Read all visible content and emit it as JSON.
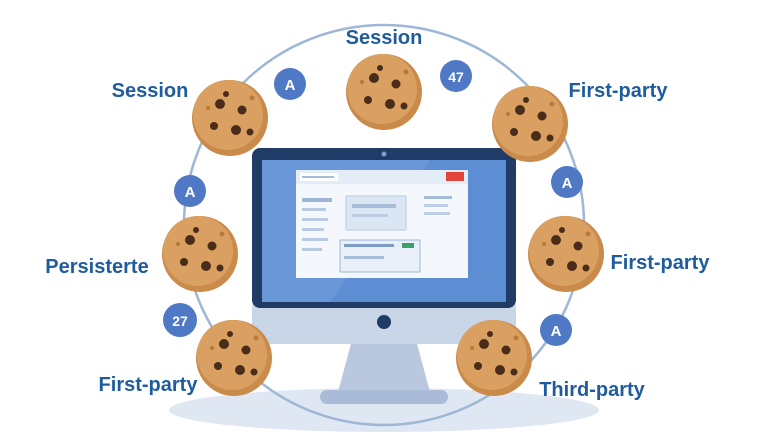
{
  "labels": {
    "top": "Session",
    "upper_left": "Session",
    "upper_right": "First-party",
    "middle_left": "Persisterte",
    "middle_right": "First-party",
    "lower_left": "First-party",
    "lower_right": "Third-party"
  },
  "badges": {
    "top_left": "A",
    "top_right": "47",
    "left": "A",
    "right": "A",
    "lower_left": "27",
    "lower_right": "A"
  },
  "colors": {
    "label_text": "#1f5c9e",
    "badge_fill": "#4f79c4",
    "ring": "#9fb7d6",
    "cookie": "#d9a061",
    "cookie_edge": "#b8793c",
    "chip": "#4a2c1a",
    "monitor_frame": "#1f3b66",
    "screen": "#5d8dd2",
    "stand": "#c9d6e8",
    "accent_red": "#e0443a",
    "accent_green": "#3aa36b"
  },
  "icons": [
    "cookie-icon",
    "monitor-icon",
    "arrow-icon"
  ]
}
